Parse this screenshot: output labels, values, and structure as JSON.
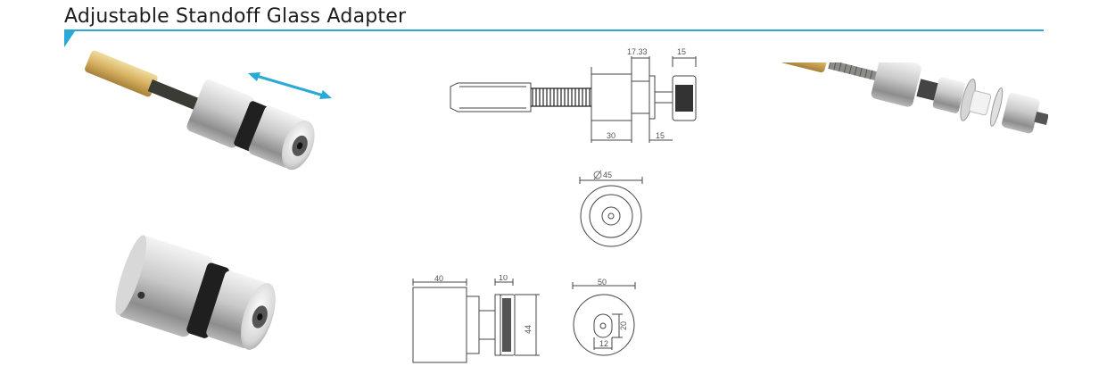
{
  "page": {
    "title": "Adjustable Standoff Glass Adapter",
    "accent_color": "#29a9d6"
  },
  "side_drawing": {
    "dim_top_1": "17.33",
    "dim_top_2": "15",
    "dim_bottom_1": "30",
    "dim_bottom_2": "15"
  },
  "front_view": {
    "diameter": "45"
  },
  "small_side": {
    "dim_width": "40",
    "dim_gap": "10",
    "dim_diameter": "44"
  },
  "small_front": {
    "dim_diameter": "50",
    "dim_slot_h": "20",
    "dim_slot_w": "12"
  },
  "icons": {
    "adjust_arrow": "double-arrow-icon",
    "diameter_symbol": "diameter-icon"
  }
}
